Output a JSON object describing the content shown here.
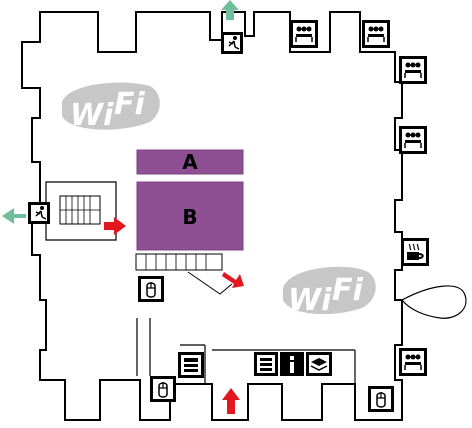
{
  "rooms": [
    {
      "id": "A",
      "label": "A"
    },
    {
      "id": "B",
      "label": "B"
    }
  ],
  "wifi": {
    "text_wi": "Wi",
    "text_fi": "Fi"
  },
  "colors": {
    "room": "#8e4f93",
    "wall": "#000000",
    "wifi_badge": "#c7c7c7",
    "exit_arrow": "#6fbf9b",
    "direction_arrow": "#e3171e"
  },
  "icons": {
    "exits": [
      "emergency-exit-sign-top",
      "emergency-exit-sign-left"
    ],
    "meeting_rooms": [
      "meeting-room-icon-top-1",
      "meeting-room-icon-top-2",
      "meeting-room-icon-right-1",
      "meeting-room-icon-right-2",
      "meeting-room-icon-bottom-right"
    ],
    "services": [
      "coffee-icon",
      "cloakroom-icon",
      "information-icon",
      "brochure-icon",
      "printer-icon"
    ],
    "mouse": [
      "computer-mouse-icon-1",
      "computer-mouse-icon-2",
      "computer-mouse-icon-3"
    ]
  }
}
